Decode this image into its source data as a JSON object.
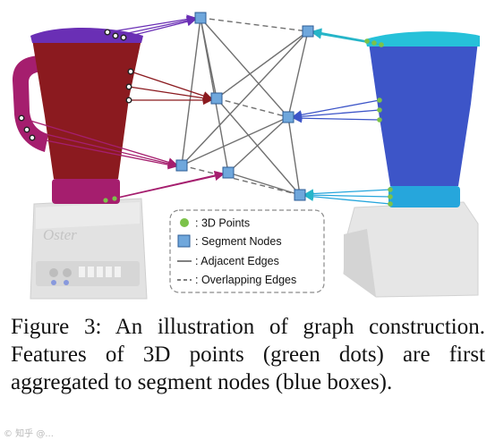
{
  "figure": {
    "legend": {
      "points": ": 3D Points",
      "nodes": ": Segment Nodes",
      "adjacent": ": Adjacent Edges",
      "overlapping": ": Overlapping Edges"
    },
    "brand_text": "Oster"
  },
  "caption": {
    "text": "Figure 3: An illustration of graph construction. Features of 3D points (green dots) are first aggregated to segment nodes (blue boxes)."
  },
  "colors": {
    "red_blender": "#8b1a1f",
    "magenta_part": "#a51e6e",
    "purple_lid": "#6a2fb5",
    "blue_blender": "#3d55c8",
    "cyan_part": "#26a6dc",
    "node_fill": "#6fa7dc",
    "point_fill": "#7cc24a"
  },
  "watermark": "© 知乎 @..."
}
